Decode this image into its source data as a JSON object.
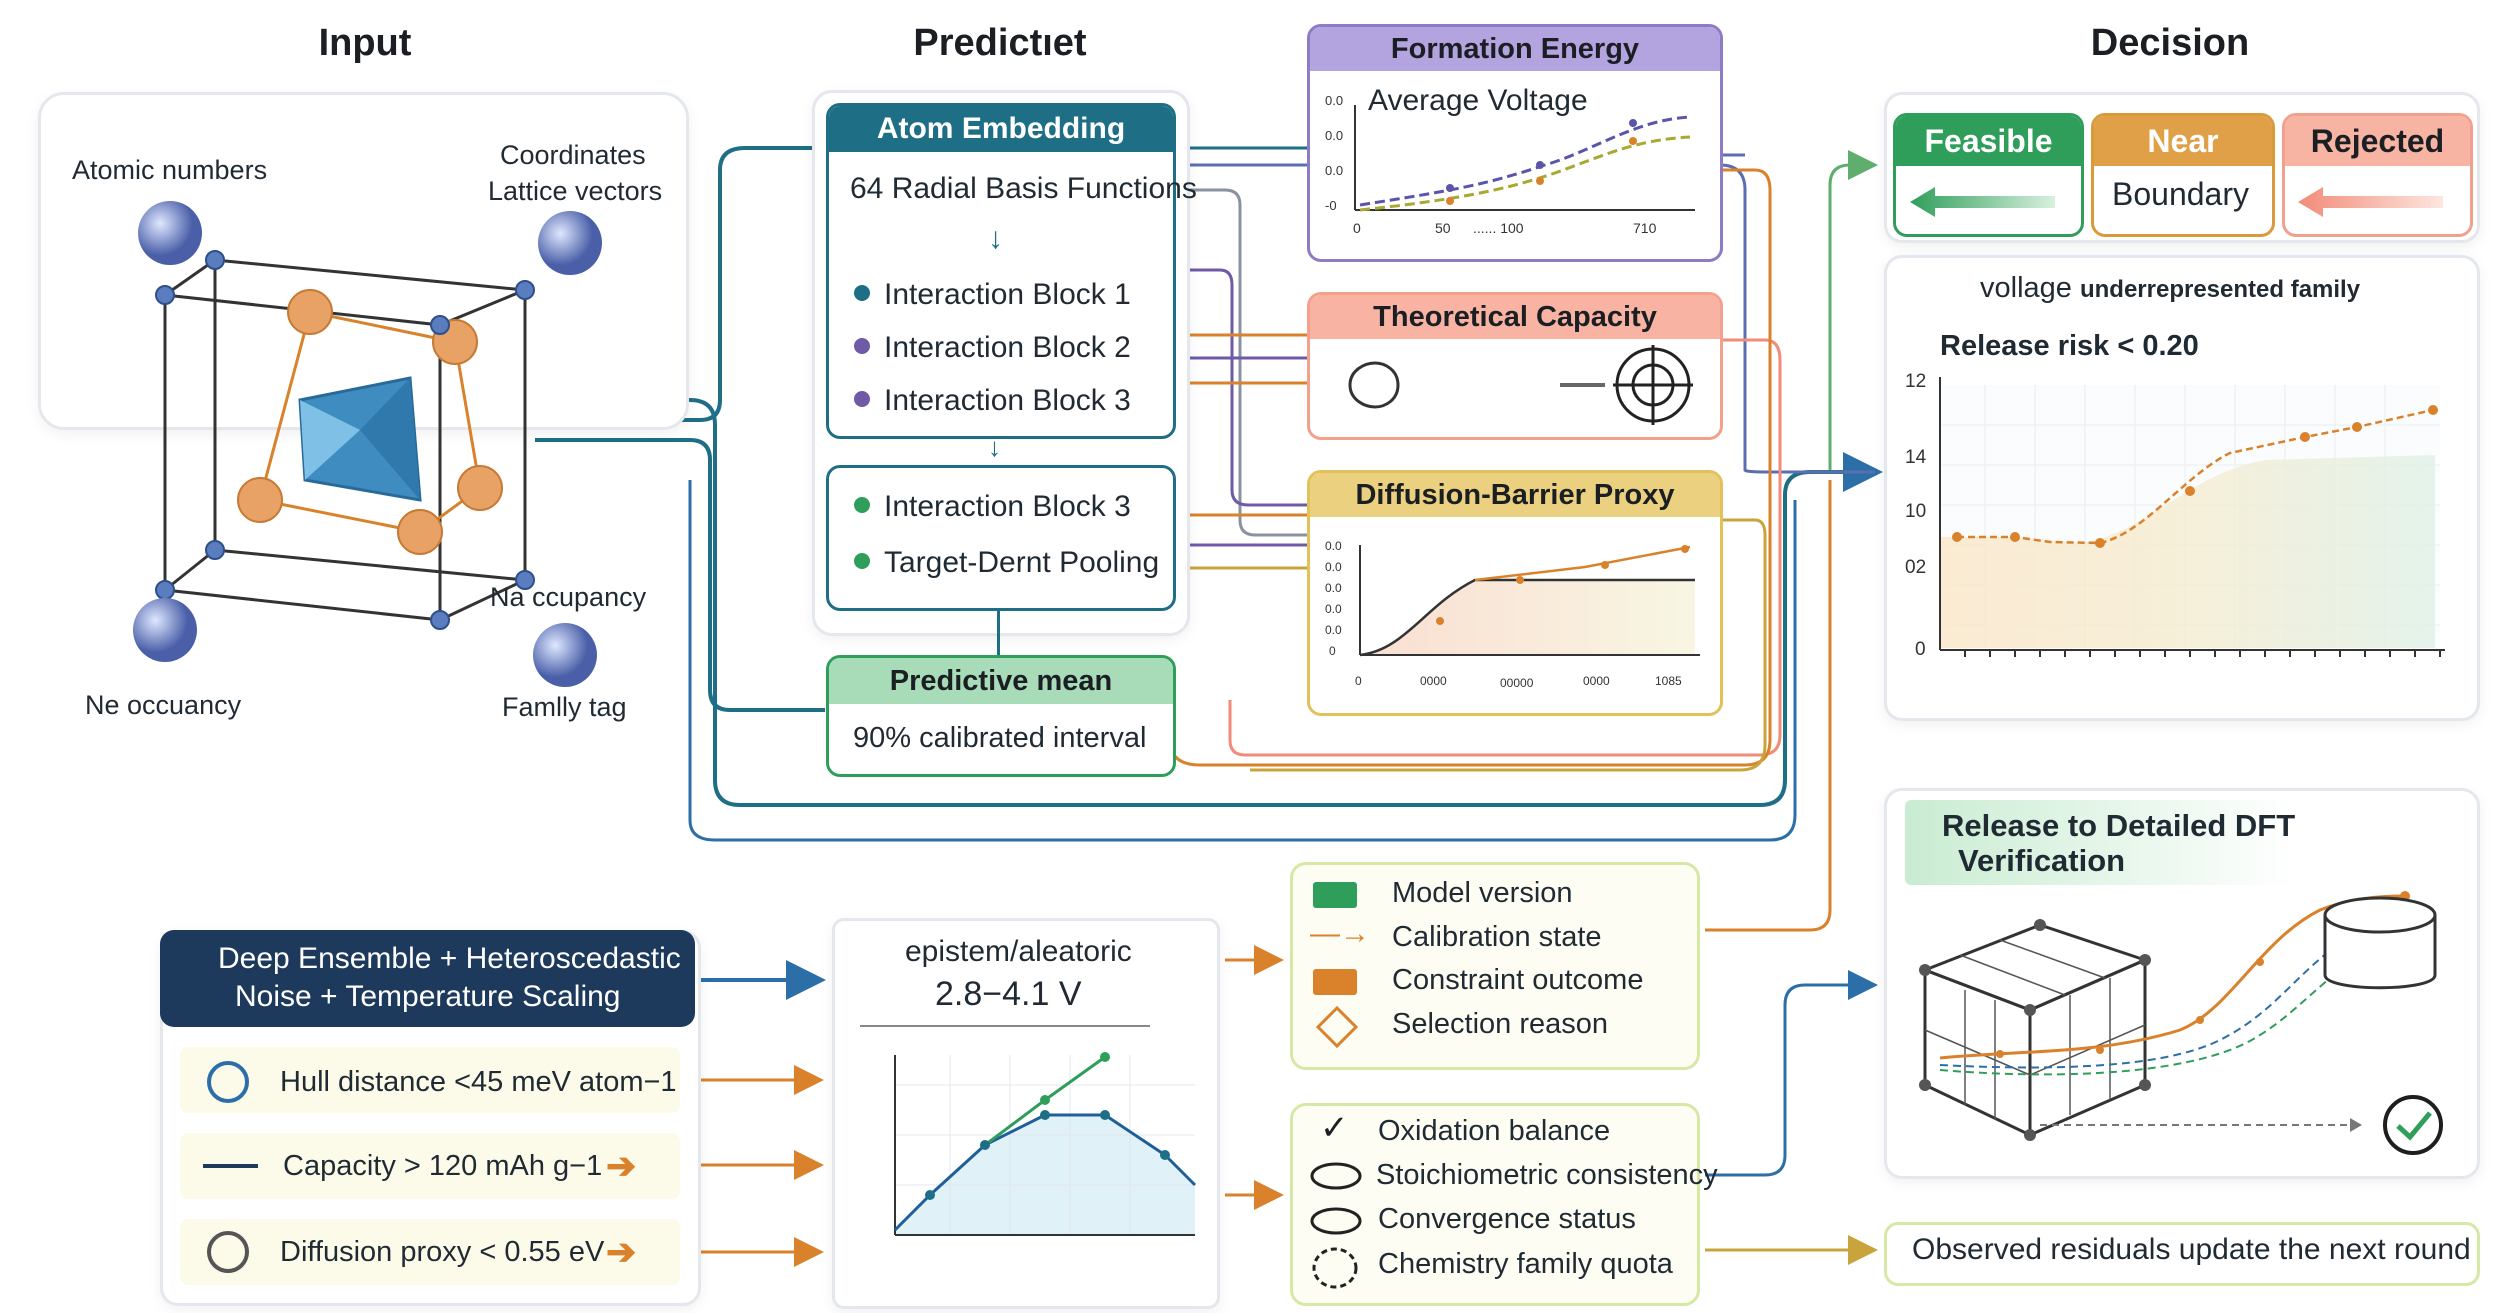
{
  "columns": {
    "input": "Input",
    "predict": "Predictıet",
    "decision": "Decision"
  },
  "input": {
    "atomic_numbers": "Atomic numbers",
    "coordinates": "Coordinates",
    "lattice_vectors": "Lattice vectors",
    "na_occupancy_right": "Na ccupancy",
    "na_occupancy_left": "Ne occuancy",
    "family_tag": "Famlly tag"
  },
  "model": {
    "atom_embedding": "Atom Embedding",
    "rbf": "64 Radial Basis Functions",
    "blocks": [
      "Interaction Block 1",
      "Interaction Block 2",
      "Interaction Block 3"
    ],
    "block3b": "Interaction Block 3",
    "pooling": "Target-Dernt Pooling",
    "predictive_mean": "Predictive mean",
    "calibrated_interval": "90% calibrated interval"
  },
  "formation": {
    "title": "Formation Energy",
    "subtitle": "Average Voltage",
    "yticks": [
      "0.0",
      "0.0",
      "0.0",
      "-0"
    ],
    "xticks": [
      "0",
      "50",
      "...... 100",
      "710"
    ]
  },
  "capacity": {
    "title": "Theoretical Capacity"
  },
  "diffusion": {
    "title": "Diffusion-Barrier Proxy",
    "yticks": [
      "0.0",
      "0.0",
      "0.0",
      "0.0",
      "0.0",
      "0"
    ],
    "xticks": [
      "0",
      "0000",
      "00000",
      "0000",
      "1085"
    ]
  },
  "decision": {
    "feasible": "Feasible",
    "near_line1": "Near",
    "near_line2": "Boundary",
    "rejected": "Rejected",
    "risk_title_main": "vollage",
    "risk_title_small": "underrepresented family",
    "release_risk": "Release risk < 0.20",
    "risk_yticks": [
      "12",
      "14",
      "10",
      "02",
      "0"
    ],
    "release_title_line1": "Release to Detailed DFT",
    "release_title_line2": "Verification",
    "observed": "Observed residuals update the next round"
  },
  "ensemble": {
    "title_line1": "Deep Ensemble + Heteroscedastic",
    "title_line2": "Noise + Temperature Scaling",
    "constraints": [
      "Hull distance <45 meV atom−1",
      "Capacity > 120 mAh g−1",
      "Diffusion proxy < 0.55 eV"
    ]
  },
  "uncertainty": {
    "label": "epistem/aleatoric",
    "range": "2.8−4.1 V"
  },
  "logs": {
    "items": [
      "Model version",
      "Calibration state",
      "Constraint outcome",
      "Selection reason"
    ]
  },
  "checks": {
    "items": [
      "Oxidation balance",
      "Stoichiometric consistency",
      "Convergence status",
      "Chemistry family quota"
    ]
  },
  "colors": {
    "teal": "#1e6f86",
    "green": "#2f9e5a",
    "orange": "#d9822b",
    "purple": "#6f5aa8",
    "navy": "#1d3a5c",
    "salmon": "#f28b78",
    "gold": "#d9b24a",
    "blue": "#2c6fa8"
  }
}
